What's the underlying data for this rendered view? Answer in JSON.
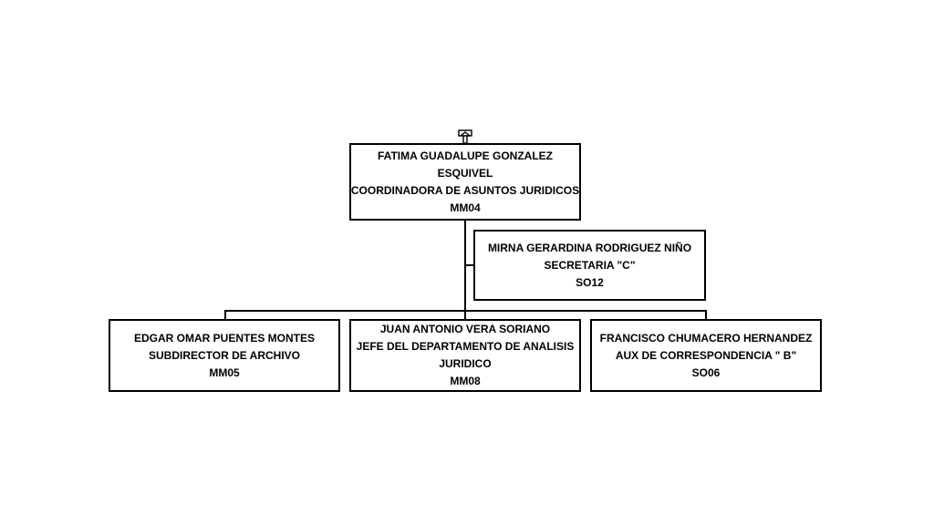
{
  "org_chart": {
    "colors": {
      "border": "#000000",
      "text": "#000000",
      "background": "#ffffff"
    },
    "nav_icon": "up-arrow-icon",
    "head": {
      "name_line1": "FATIMA GUADALUPE GONZALEZ",
      "name_line2": "ESQUIVEL",
      "title": "COORDINADORA DE ASUNTOS JURIDICOS",
      "code": "MM04"
    },
    "assistant": {
      "name": "MIRNA GERARDINA RODRIGUEZ NIÑO",
      "title": "SECRETARIA \"C\"",
      "code": "SO12"
    },
    "subordinates": [
      {
        "name": "EDGAR OMAR PUENTES MONTES",
        "title": "SUBDIRECTOR DE ARCHIVO",
        "code": "MM05"
      },
      {
        "name": "JUAN ANTONIO VERA SORIANO",
        "title_line1": "JEFE DEL DEPARTAMENTO DE ANALISIS",
        "title_line2": "JURIDICO",
        "code": "MM08"
      },
      {
        "name": "FRANCISCO CHUMACERO HERNANDEZ",
        "title": "AUX DE CORRESPONDENCIA \" B\"",
        "code": "SO06"
      }
    ]
  }
}
